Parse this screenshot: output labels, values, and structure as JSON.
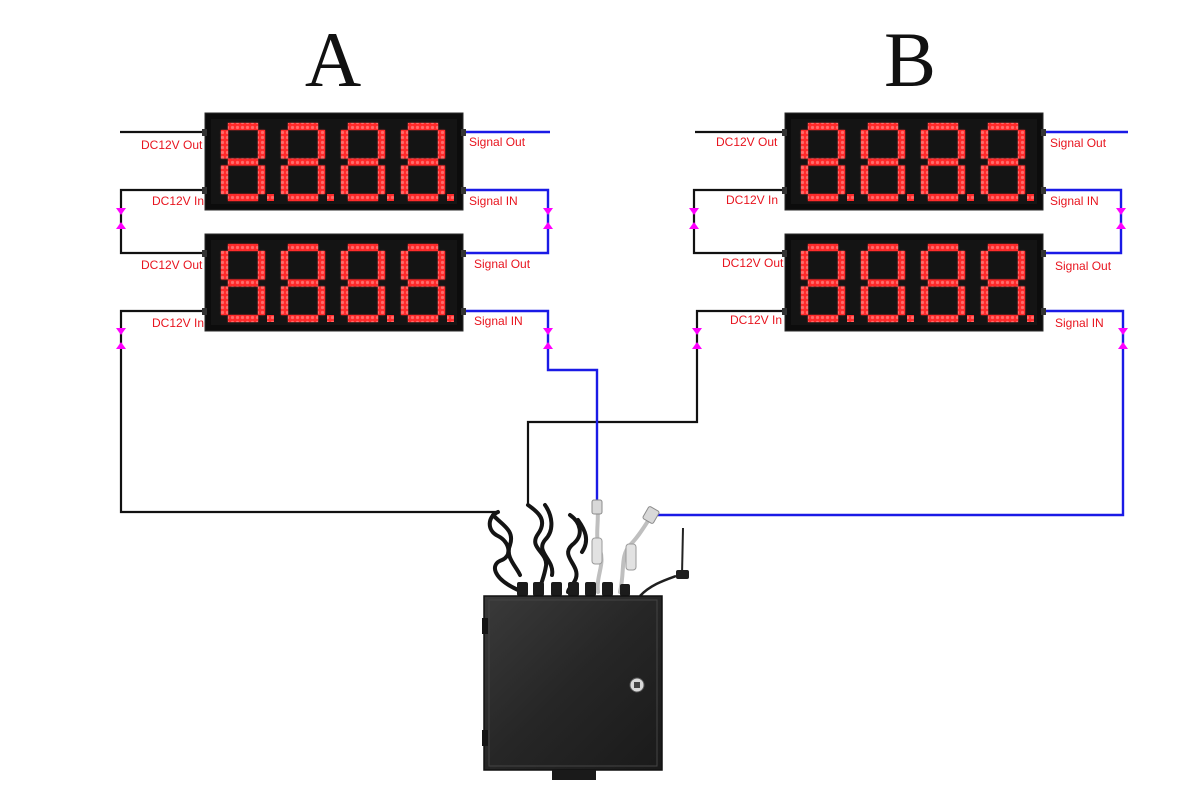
{
  "groups": [
    {
      "title": "A",
      "panels": [
        {
          "labels": {
            "power_out": "DC12V Out",
            "power_in": "DC12V In",
            "signal_out": "Signal Out",
            "signal_in": "Signal IN"
          }
        },
        {
          "labels": {
            "power_out": "DC12V Out",
            "power_in": "DC12V In",
            "signal_out": "Signal Out",
            "signal_in": "Signal IN"
          }
        }
      ]
    },
    {
      "title": "B",
      "panels": [
        {
          "labels": {
            "power_out": "DC12V Out",
            "power_in": "DC12V In",
            "signal_out": "Signal Out",
            "signal_in": "Signal IN"
          }
        },
        {
          "labels": {
            "power_out": "DC12V Out",
            "power_in": "DC12V In",
            "signal_out": "Signal Out",
            "signal_in": "Signal IN"
          }
        }
      ]
    }
  ],
  "colors": {
    "led": "#ff2626",
    "power_wire": "#111111",
    "signal_wire": "#1a1ae6",
    "arrow": "#ff00ff",
    "label": "#e8141e",
    "cabinet": "#262626"
  }
}
